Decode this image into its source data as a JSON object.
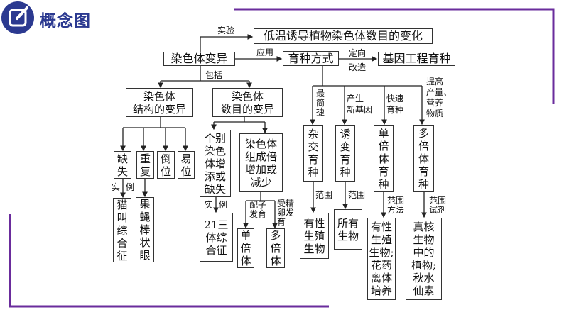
{
  "header": {
    "title": "概念图",
    "icon": "edit-icon",
    "accent": "#2b3990",
    "frame_color": "#6a2c9c"
  },
  "nodes": {
    "root": "染色体变异",
    "experiment": "低温诱导植物染色体数目的变化",
    "breeding": "育种方式",
    "genetic": "基因工程育种",
    "structural": "染色体\n结构的变异",
    "numerical": "染色体\n数目的变异",
    "deletion": "缺\n失",
    "duplication": "重\n复",
    "inversion": "倒\n位",
    "translocation": "易\n位",
    "cat_cry": "猫\n叫\n综\n合\n征",
    "bar_eye": "果\n蝇\n棒\n状\n眼",
    "individual": "个别\n染色\n体增\n添或\n缺失",
    "set_change": "染色体\n组成倍\n增加或\n减少",
    "down": "21三\n体综\n合征",
    "haploid": "单\n倍\n体",
    "polyploid": "多\n倍\n体",
    "hybrid": "杂\n交\n育\n种",
    "mutation": "诱\n变\n育\n种",
    "haploid_breed": "单\n倍\n体\n育\n种",
    "polyploid_breed": "多\n倍\n体\n育\n种",
    "hybrid_scope": "有性\n生殖\n生物",
    "mutation_scope": "所有\n生物",
    "haploid_scope": "有性\n生殖\n生物;\n花药\n离体\n培养",
    "polyploid_scope": "真核\n生物\n中的\n植物;\n秋水\n仙素"
  },
  "labels": {
    "experiment": "实验",
    "apply": "应用",
    "directed": "定向\n改造",
    "include": "包括",
    "ex1_a": "实",
    "ex1_b": "例",
    "ex2_a": "实",
    "ex2_b": "例",
    "gamete": "配子\n发育",
    "zygote": "受精\n卵发\n育",
    "simplest": "最\n简\n捷",
    "new_gene": "产生\n新基因",
    "fast": "快速\n育种",
    "improve": "提高\n产量、\n营养\n物质",
    "scope1": "范围",
    "scope2": "范围",
    "scope3": "范围\n方法",
    "scope4": "范围\n试剂"
  }
}
